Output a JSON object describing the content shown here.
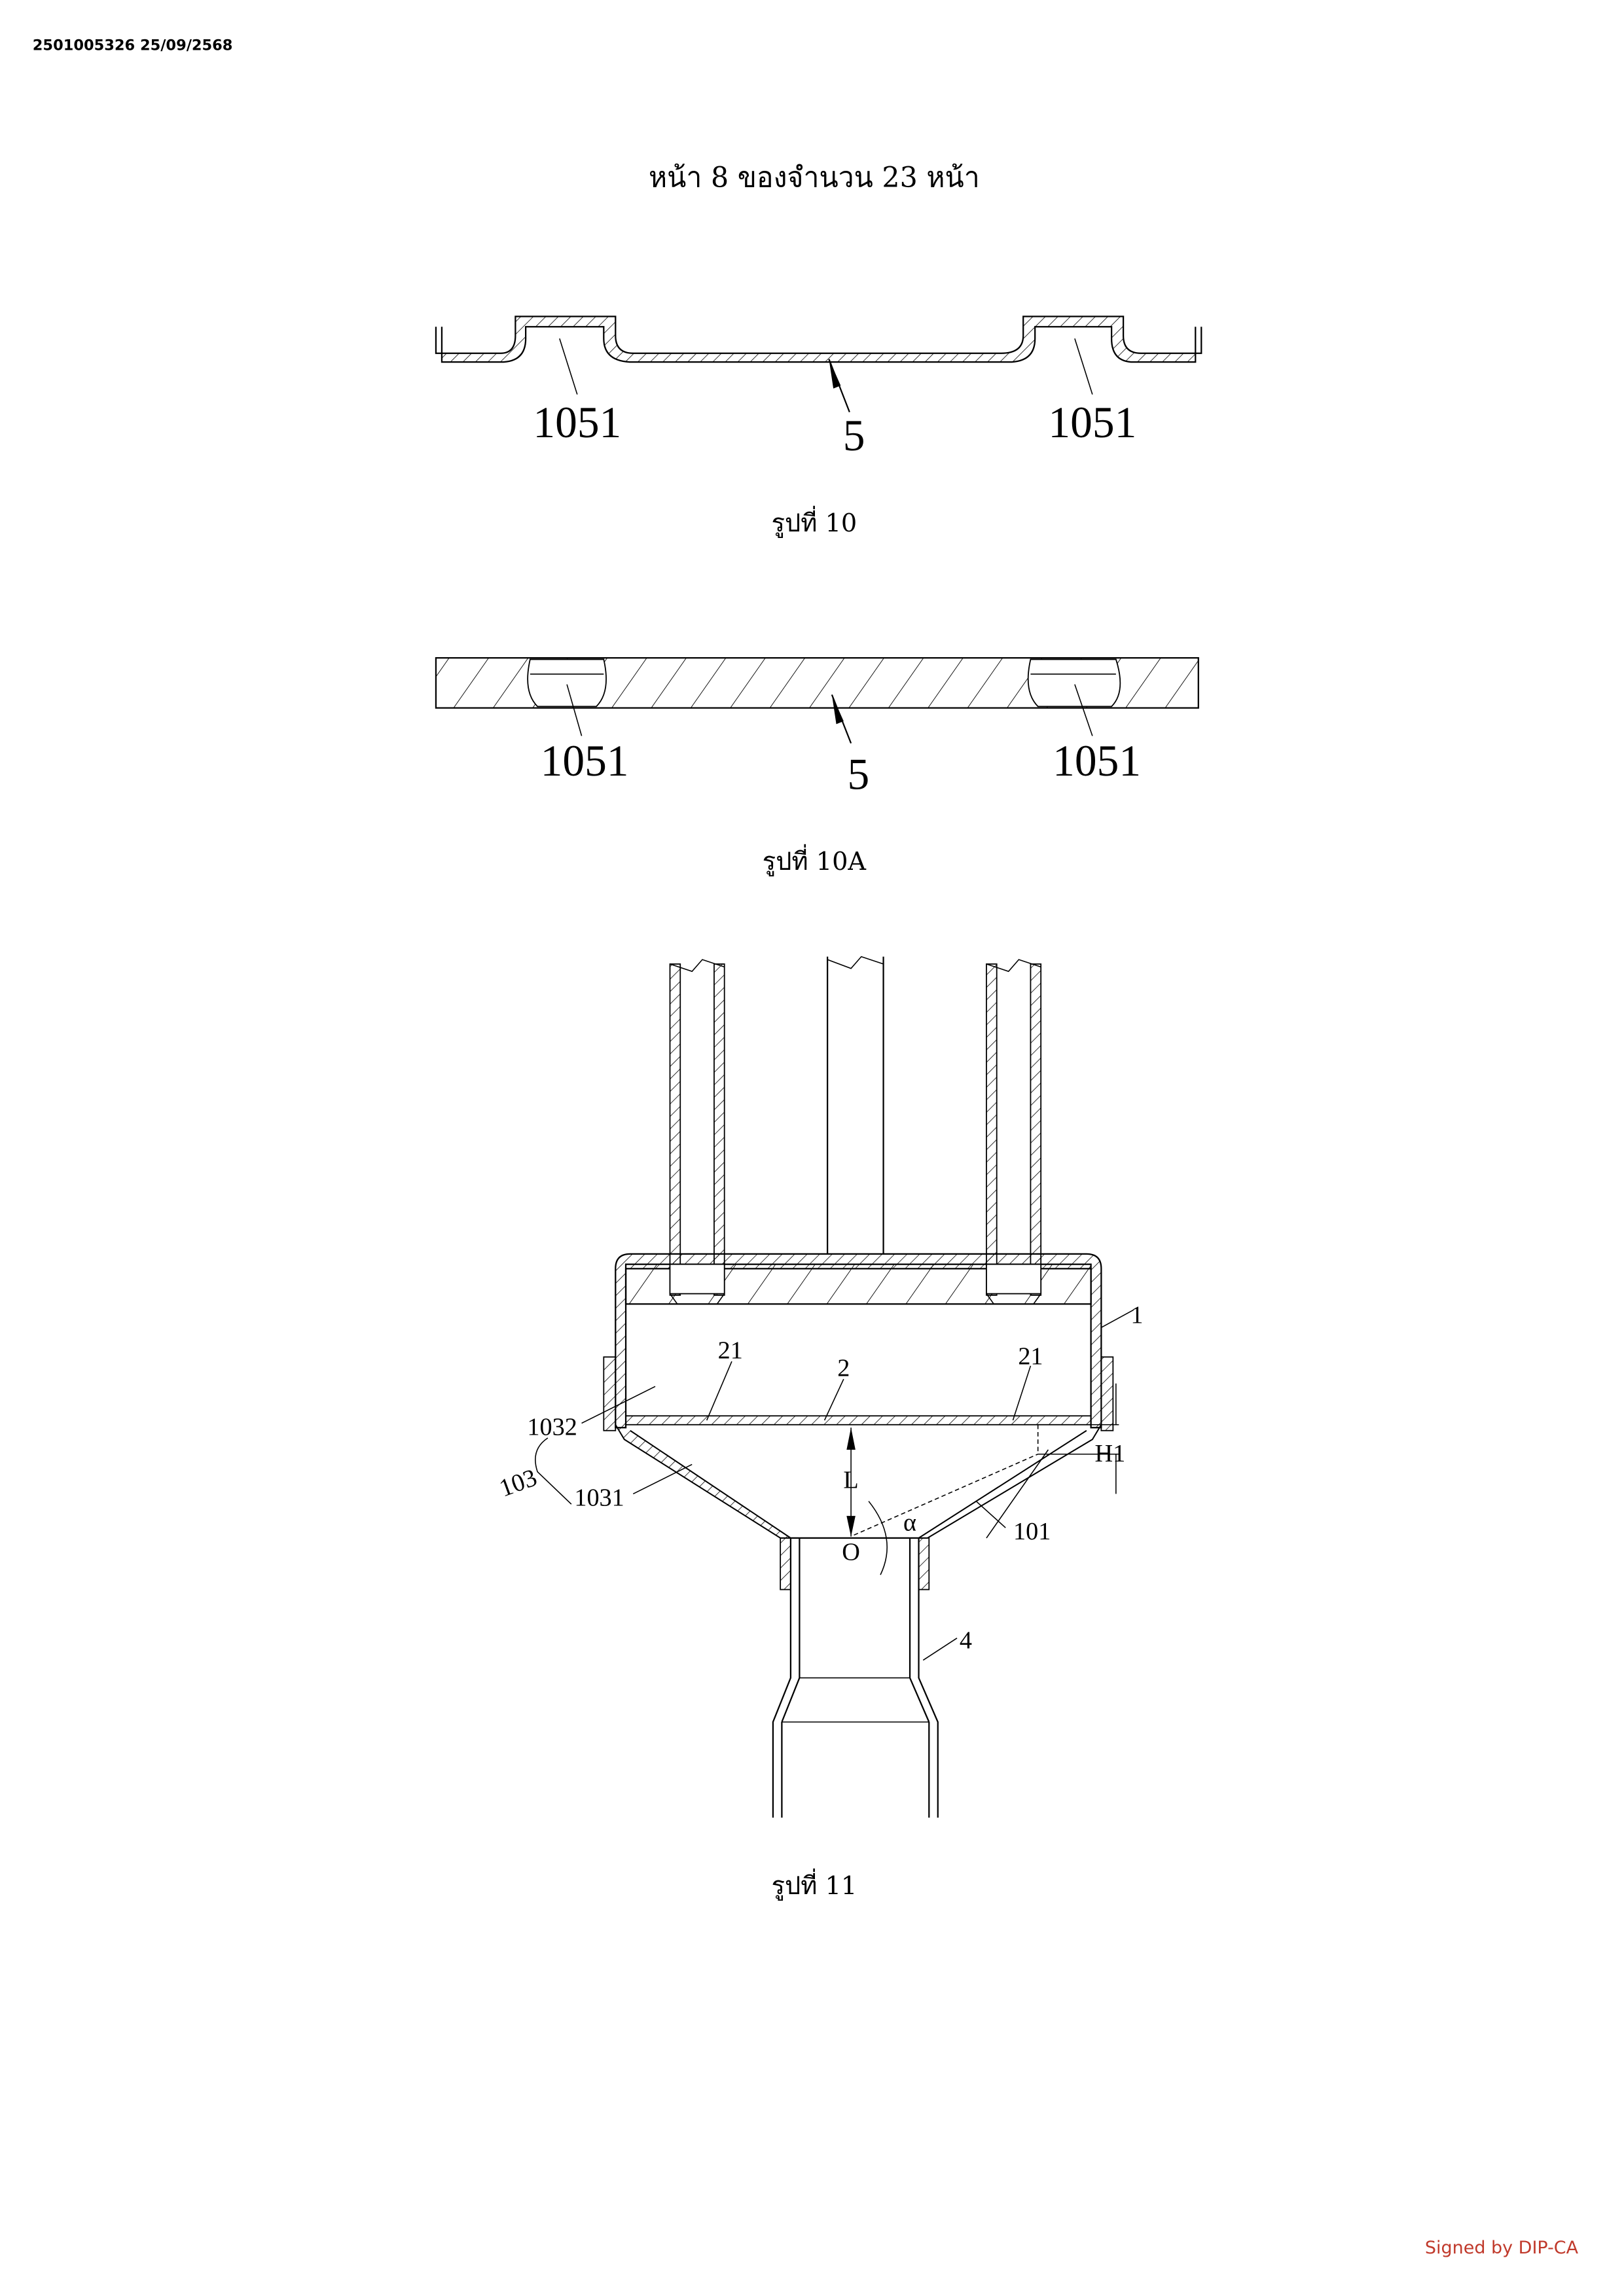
{
  "header": {
    "doc_id": "2501005326 25/09/2568"
  },
  "page_title": "หน้า 8 ของจำนวน 23 หน้า",
  "figures": [
    {
      "caption": "รูปที่ 10",
      "labels": {
        "left": "1051",
        "center": "5",
        "right": "1051"
      }
    },
    {
      "caption": "รูปที่ 10A",
      "labels": {
        "left": "1051",
        "center": "5",
        "right": "1051"
      }
    },
    {
      "caption": "รูปที่ 11",
      "labels": {
        "housing": "1",
        "hole_left": "21",
        "plate": "2",
        "hole_right": "21",
        "upper_section": "1032",
        "group": "103",
        "lower_section": "1031",
        "distance": "L",
        "origin": "O",
        "angle": "α",
        "height": "H1",
        "cone_wall": "101",
        "outlet": "4"
      }
    }
  ],
  "footer": {
    "signature": "Signed by DIP-CA"
  }
}
